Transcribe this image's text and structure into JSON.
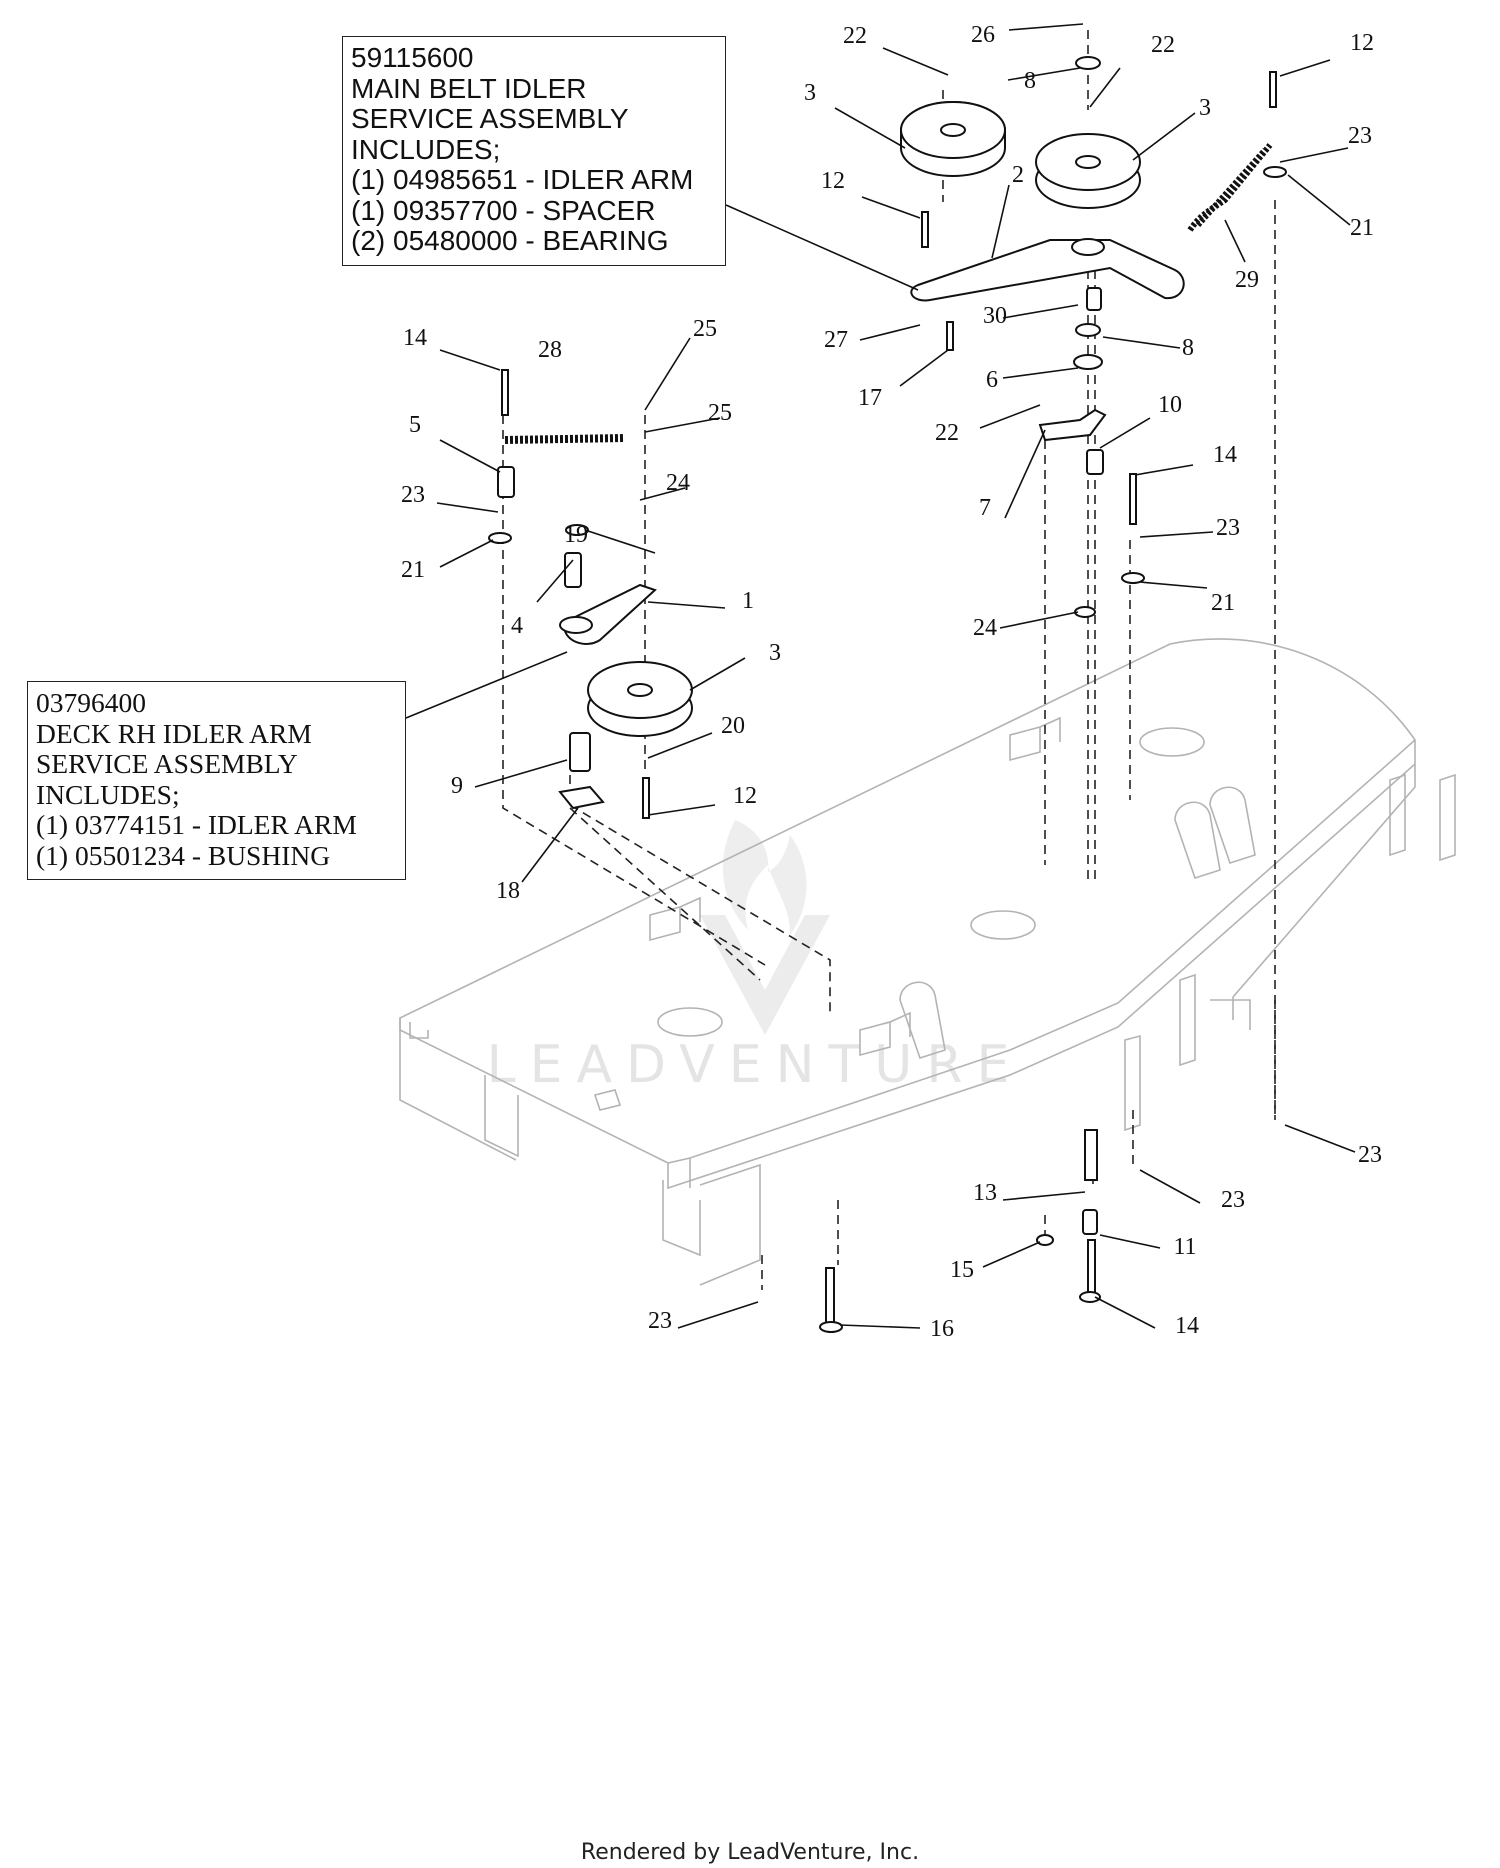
{
  "callouts": [
    {
      "lines": [
        "59115600",
        "MAIN BELT IDLER",
        "SERVICE ASSEMBLY",
        "INCLUDES;",
        "(1) 04985651 - IDLER ARM",
        "(1) 09357700 - SPACER",
        "(2) 05480000 - BEARING"
      ]
    },
    {
      "lines": [
        "03796400",
        "DECK RH IDLER ARM",
        "SERVICE ASSEMBLY",
        "INCLUDES;",
        "(1) 03774151 - IDLER ARM",
        "(1) 05501234 - BUSHING"
      ]
    }
  ],
  "part_labels": [
    "26",
    "22",
    "22",
    "8",
    "12",
    "3",
    "3",
    "12",
    "2",
    "23",
    "21",
    "29",
    "30",
    "27",
    "8",
    "17",
    "6",
    "22",
    "10",
    "7",
    "14",
    "23",
    "21",
    "24",
    "14",
    "28",
    "25",
    "25",
    "5",
    "23",
    "24",
    "19",
    "21",
    "4",
    "1",
    "3",
    "20",
    "9",
    "12",
    "18",
    "13",
    "23",
    "23",
    "11",
    "15",
    "14",
    "16",
    "23"
  ],
  "watermark": "LEADVENTURE",
  "footer": "Rendered by LeadVenture, Inc."
}
